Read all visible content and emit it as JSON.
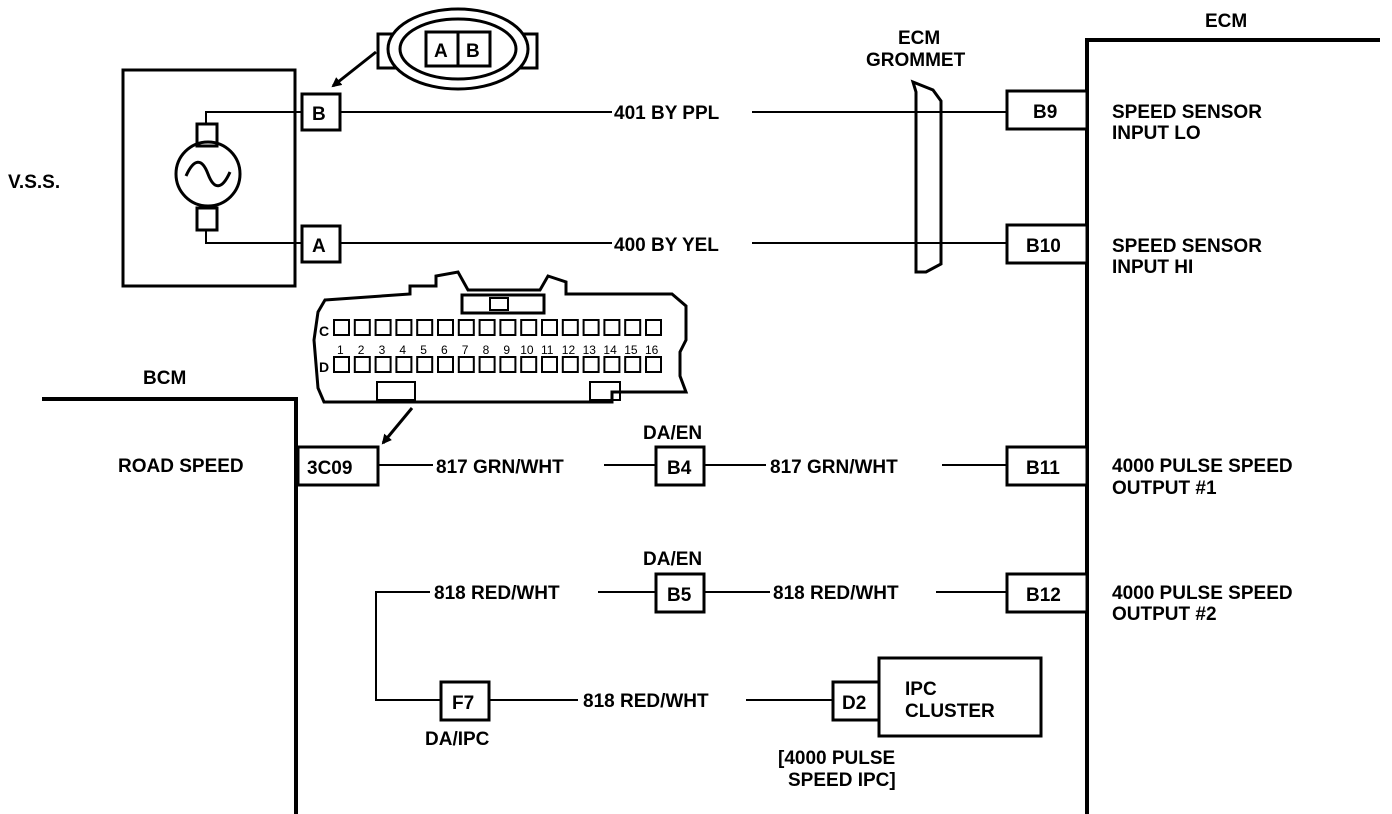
{
  "modules": {
    "vss": {
      "label": "V.S.S."
    },
    "ecm": {
      "label": "ECM"
    },
    "bcm": {
      "label": "BCM"
    },
    "ipc": {
      "label_line1": "IPC",
      "label_line2": "CLUSTER"
    }
  },
  "grommet": {
    "line1": "ECM",
    "line2": "GROMMET"
  },
  "vss_connector": {
    "pin_a": "A",
    "pin_b": "B"
  },
  "bcm_connector": {
    "row_c": "C",
    "row_d": "D",
    "pin_numbers": [
      "1",
      "2",
      "3",
      "4",
      "5",
      "6",
      "7",
      "8",
      "9",
      "10",
      "11",
      "12",
      "13",
      "14",
      "15",
      "16"
    ]
  },
  "pins": {
    "vss_b": "B",
    "vss_a": "A",
    "ecm_b9": "B9",
    "ecm_b10": "B10",
    "ecm_b11": "B11",
    "ecm_b12": "B12",
    "bcm_3c09": "3C09",
    "splice_b4": "B4",
    "splice_b5": "B5",
    "splice_f7": "F7",
    "ipc_d2": "D2"
  },
  "wires": {
    "w401": "401 BY PPL",
    "w400": "400 BY YEL",
    "w817_left": "817 GRN/WHT",
    "w817_right": "817 GRN/WHT",
    "w818_top_left": "818 RED/WHT",
    "w818_top_right": "818 RED/WHT",
    "w818_bottom": "818 RED/WHT"
  },
  "connector_labels": {
    "b4": "DA/EN",
    "b5": "DA/EN",
    "f7": "DA/IPC"
  },
  "ecm_signals": {
    "b9_line1": "SPEED SENSOR",
    "b9_line2": "INPUT LO",
    "b10_line1": "SPEED SENSOR",
    "b10_line2": "INPUT  HI",
    "b11_line1": "4000 PULSE SPEED",
    "b11_line2": "OUTPUT #1",
    "b12_line1": "4000 PULSE SPEED",
    "b12_line2": "OUTPUT #2"
  },
  "bcm_signal": {
    "road_speed": "ROAD SPEED"
  },
  "ipc_note": {
    "line1": "[4000 PULSE",
    "line2": "SPEED IPC]"
  }
}
